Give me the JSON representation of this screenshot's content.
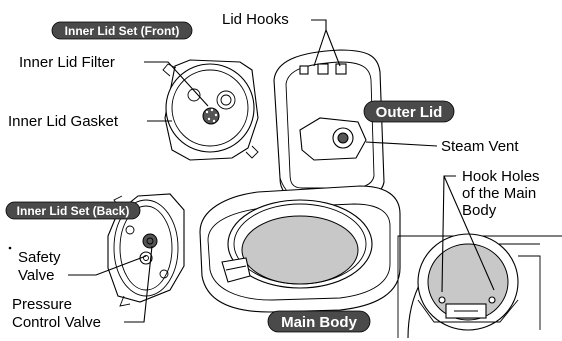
{
  "labels": {
    "lid_hooks": "Lid Hooks",
    "inner_lid_set_front": "Inner Lid Set (Front)",
    "inner_lid_filter": "Inner Lid Filter",
    "inner_lid_gasket": "Inner Lid Gasket",
    "outer_lid": "Outer Lid",
    "steam_vent": "Steam Vent",
    "hook_holes_line1": "Hook Holes",
    "hook_holes_line2": "of the Main",
    "hook_holes_line3": "Body",
    "inner_lid_set_back": "Inner Lid Set (Back)",
    "safety_line1": "Safety",
    "safety_line2": "Valve",
    "pressure_line1": "Pressure",
    "pressure_line2": "Control Valve",
    "main_body": "Main Body"
  },
  "colors": {
    "pill_fill": "#4a4a4a",
    "line": "#000000",
    "shade": "#c8c8c8"
  }
}
